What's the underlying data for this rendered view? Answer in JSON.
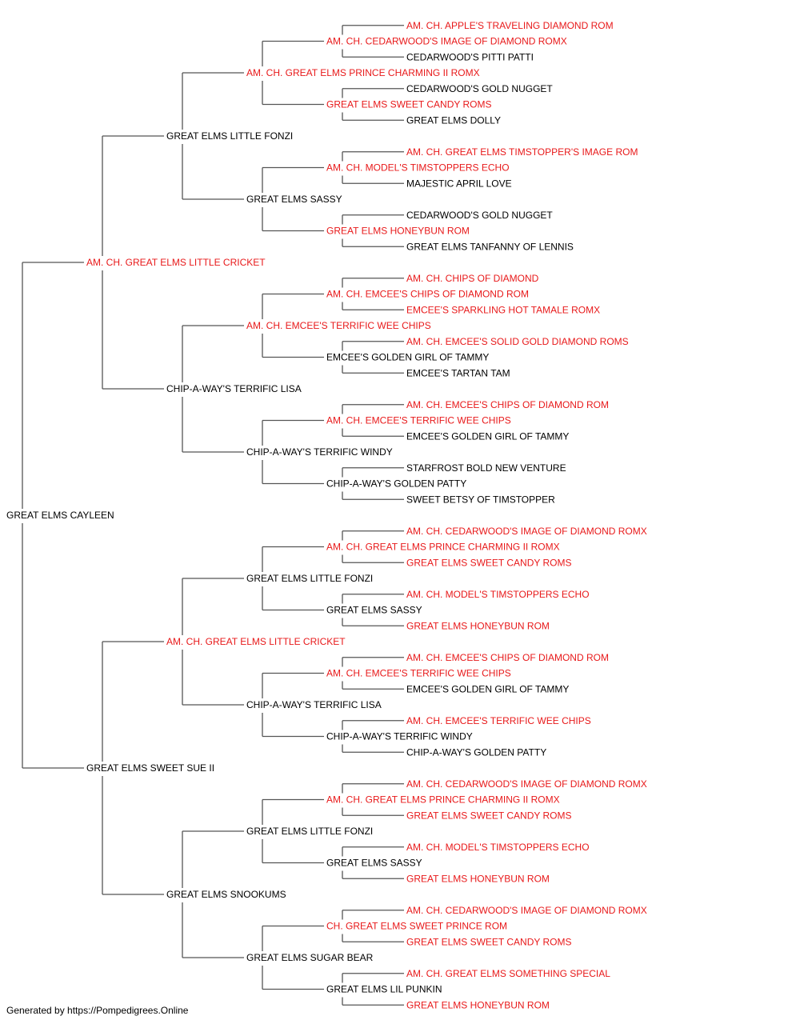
{
  "colors": {
    "champion": "#e8191a",
    "normal": "#000000",
    "line": "#555555"
  },
  "footer": "Generated by https://Pompedigrees.Online",
  "tree": {
    "name": "GREAT ELMS CAYLEEN",
    "ch": false,
    "sire": {
      "name": "AM. CH. GREAT ELMS LITTLE CRICKET",
      "ch": true,
      "sire": {
        "name": "GREAT ELMS LITTLE FONZI",
        "ch": false,
        "sire": {
          "name": "AM. CH. GREAT ELMS PRINCE CHARMING II ROMX",
          "ch": true,
          "sire": {
            "name": "AM. CH. CEDARWOOD'S IMAGE OF DIAMOND ROMX",
            "ch": true,
            "sire": {
              "name": "AM. CH. APPLE'S TRAVELING DIAMOND ROM",
              "ch": true
            },
            "dam": {
              "name": "CEDARWOOD'S PITTI PATTI",
              "ch": false
            }
          },
          "dam": {
            "name": "GREAT ELMS SWEET CANDY ROMS",
            "ch": true,
            "sire": {
              "name": "CEDARWOOD'S GOLD NUGGET",
              "ch": false
            },
            "dam": {
              "name": "GREAT ELMS DOLLY",
              "ch": false
            }
          }
        },
        "dam": {
          "name": "GREAT ELMS SASSY",
          "ch": false,
          "sire": {
            "name": "AM. CH. MODEL'S TIMSTOPPERS ECHO",
            "ch": true,
            "sire": {
              "name": "AM. CH. GREAT ELMS TIMSTOPPER'S IMAGE ROM",
              "ch": true
            },
            "dam": {
              "name": "MAJESTIC APRIL LOVE",
              "ch": false
            }
          },
          "dam": {
            "name": "GREAT ELMS HONEYBUN ROM",
            "ch": true,
            "sire": {
              "name": "CEDARWOOD'S GOLD NUGGET",
              "ch": false
            },
            "dam": {
              "name": "GREAT ELMS TANFANNY OF LENNIS",
              "ch": false
            }
          }
        }
      },
      "dam": {
        "name": "CHIP-A-WAY'S TERRIFIC LISA",
        "ch": false,
        "sire": {
          "name": "AM. CH. EMCEE'S TERRIFIC WEE CHIPS",
          "ch": true,
          "sire": {
            "name": "AM. CH. EMCEE'S CHIPS OF DIAMOND ROM",
            "ch": true,
            "sire": {
              "name": "AM. CH. CHIPS OF DIAMOND",
              "ch": true
            },
            "dam": {
              "name": "EMCEE'S SPARKLING HOT TAMALE ROMX",
              "ch": true
            }
          },
          "dam": {
            "name": "EMCEE'S GOLDEN GIRL OF TAMMY",
            "ch": false,
            "sire": {
              "name": "AM. CH. EMCEE'S SOLID GOLD DIAMOND ROMS",
              "ch": true
            },
            "dam": {
              "name": "EMCEE'S TARTAN TAM",
              "ch": false
            }
          }
        },
        "dam": {
          "name": "CHIP-A-WAY'S TERRIFIC WINDY",
          "ch": false,
          "sire": {
            "name": "AM. CH. EMCEE'S TERRIFIC WEE CHIPS",
            "ch": true,
            "sire": {
              "name": "AM. CH. EMCEE'S CHIPS OF DIAMOND ROM",
              "ch": true
            },
            "dam": {
              "name": "EMCEE'S GOLDEN GIRL OF TAMMY",
              "ch": false
            }
          },
          "dam": {
            "name": "CHIP-A-WAY'S GOLDEN PATTY",
            "ch": false,
            "sire": {
              "name": "STARFROST BOLD NEW VENTURE",
              "ch": false
            },
            "dam": {
              "name": "SWEET BETSY OF TIMSTOPPER",
              "ch": false
            }
          }
        }
      }
    },
    "dam": {
      "name": "GREAT ELMS SWEET SUE II",
      "ch": false,
      "sire": {
        "name": "AM. CH. GREAT ELMS LITTLE CRICKET",
        "ch": true,
        "sire": {
          "name": "GREAT ELMS LITTLE FONZI",
          "ch": false,
          "sire": {
            "name": "AM. CH. GREAT ELMS PRINCE CHARMING II ROMX",
            "ch": true,
            "sire": {
              "name": "AM. CH. CEDARWOOD'S IMAGE OF DIAMOND ROMX",
              "ch": true
            },
            "dam": {
              "name": "GREAT ELMS SWEET CANDY ROMS",
              "ch": true
            }
          },
          "dam": {
            "name": "GREAT ELMS SASSY",
            "ch": false,
            "sire": {
              "name": "AM. CH. MODEL'S TIMSTOPPERS ECHO",
              "ch": true
            },
            "dam": {
              "name": "GREAT ELMS HONEYBUN ROM",
              "ch": true
            }
          }
        },
        "dam": {
          "name": "CHIP-A-WAY'S TERRIFIC LISA",
          "ch": false,
          "sire": {
            "name": "AM. CH. EMCEE'S TERRIFIC WEE CHIPS",
            "ch": true,
            "sire": {
              "name": "AM. CH. EMCEE'S CHIPS OF DIAMOND ROM",
              "ch": true
            },
            "dam": {
              "name": "EMCEE'S GOLDEN GIRL OF TAMMY",
              "ch": false
            }
          },
          "dam": {
            "name": "CHIP-A-WAY'S TERRIFIC WINDY",
            "ch": false,
            "sire": {
              "name": "AM. CH. EMCEE'S TERRIFIC WEE CHIPS",
              "ch": true
            },
            "dam": {
              "name": "CHIP-A-WAY'S GOLDEN PATTY",
              "ch": false
            }
          }
        }
      },
      "dam": {
        "name": "GREAT ELMS SNOOKUMS",
        "ch": false,
        "sire": {
          "name": "GREAT ELMS LITTLE FONZI",
          "ch": false,
          "sire": {
            "name": "AM. CH. GREAT ELMS PRINCE CHARMING II ROMX",
            "ch": true,
            "sire": {
              "name": "AM. CH. CEDARWOOD'S IMAGE OF DIAMOND ROMX",
              "ch": true
            },
            "dam": {
              "name": "GREAT ELMS SWEET CANDY ROMS",
              "ch": true
            }
          },
          "dam": {
            "name": "GREAT ELMS SASSY",
            "ch": false,
            "sire": {
              "name": "AM. CH. MODEL'S TIMSTOPPERS ECHO",
              "ch": true
            },
            "dam": {
              "name": "GREAT ELMS HONEYBUN ROM",
              "ch": true
            }
          }
        },
        "dam": {
          "name": "GREAT ELMS SUGAR BEAR",
          "ch": false,
          "sire": {
            "name": "CH. GREAT ELMS SWEET PRINCE ROM",
            "ch": true,
            "sire": {
              "name": "AM. CH. CEDARWOOD'S IMAGE OF DIAMOND ROMX",
              "ch": true
            },
            "dam": {
              "name": "GREAT ELMS SWEET CANDY ROMS",
              "ch": true
            }
          },
          "dam": {
            "name": "GREAT ELMS LIL PUNKIN",
            "ch": false,
            "sire": {
              "name": "AM. CH. GREAT ELMS SOMETHING SPECIAL",
              "ch": true
            },
            "dam": {
              "name": "GREAT ELMS HONEYBUN ROM",
              "ch": true
            }
          }
        }
      }
    }
  }
}
